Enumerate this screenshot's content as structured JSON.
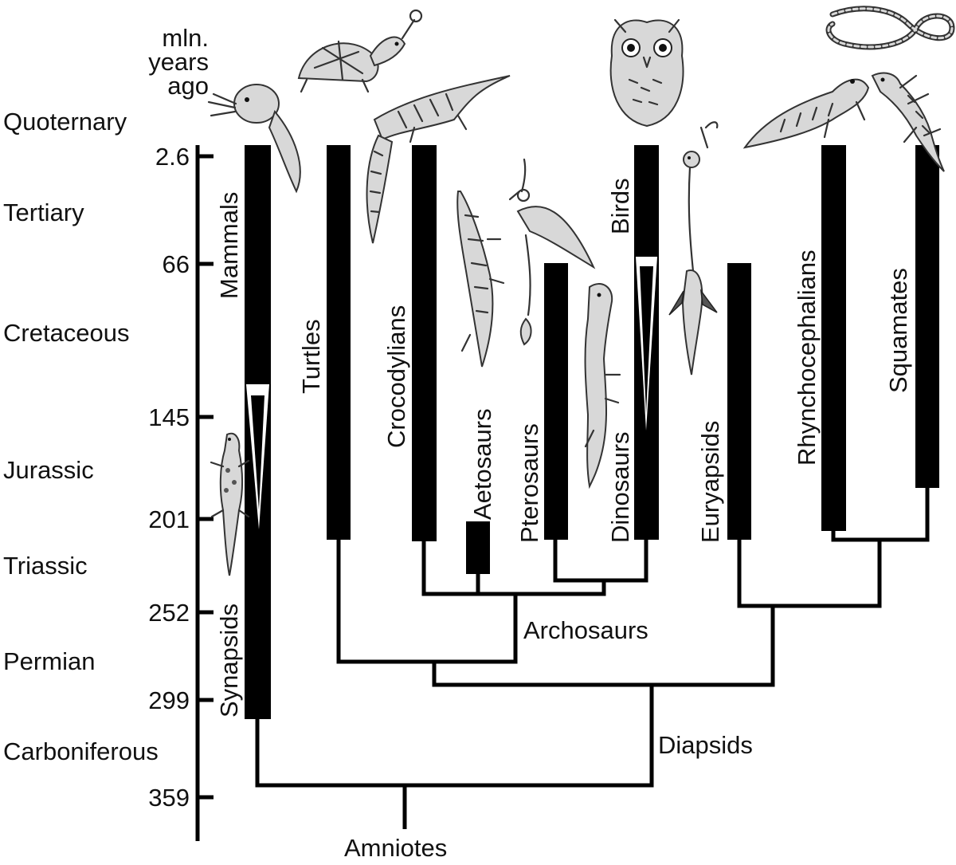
{
  "axis": {
    "title_lines": [
      "mln.",
      "years",
      "ago"
    ],
    "ticks": [
      "2.6",
      "66",
      "145",
      "201",
      "252",
      "299",
      "359"
    ]
  },
  "periods": [
    "Quoternary",
    "Tertiary",
    "Cretaceous",
    "Jurassic",
    "Triassic",
    "Permian",
    "Carboniferous"
  ],
  "taxa": {
    "mammals": "Mammals",
    "synapsids": "Synapsids",
    "turtles": "Turtles",
    "crocodylians": "Crocodylians",
    "aetosaurs": "Aetosaurs",
    "pterosaurs": "Pterosaurs",
    "dinosaurs": "Dinosaurs",
    "birds": "Birds",
    "euryapsids": "Euryapsids",
    "rhynchocephalians": "Rhynchocephalians",
    "squamates": "Squamates"
  },
  "clades": {
    "archosaurs": "Archosaurs",
    "diapsids": "Diapsids",
    "amniotes": "Amniotes"
  },
  "illustrations": [
    "squirrel-icon",
    "turtle-icon",
    "crocodile-icon",
    "aetosaur-icon",
    "pterosaur-icon",
    "dinosaur-icon",
    "owl-icon",
    "plesiosaur-icon",
    "tuatara-icon",
    "snake-icon",
    "gecko-icon",
    "lizard-icon"
  ],
  "colors": {
    "bars": "#000000",
    "background": "#ffffff"
  }
}
